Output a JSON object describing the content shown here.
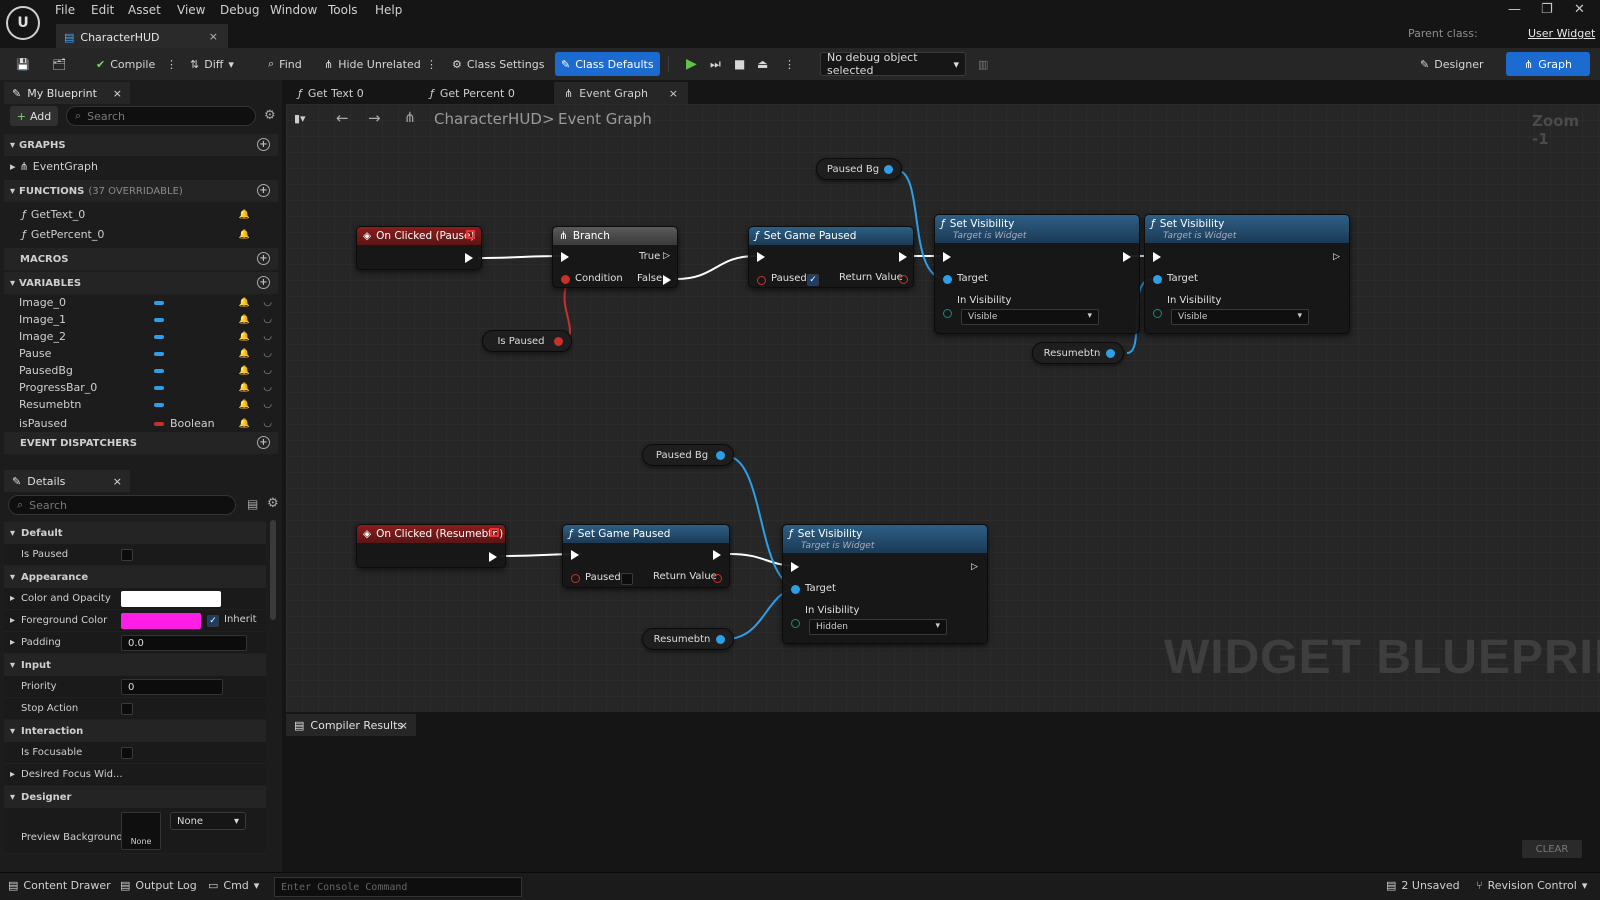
{
  "menu": [
    "File",
    "Edit",
    "Asset",
    "View",
    "Debug",
    "Window",
    "Tools",
    "Help"
  ],
  "doc_tab": "CharacterHUD",
  "parent_class_label": "Parent class:",
  "parent_class_value": "User Widget",
  "toolbar": {
    "compile": "Compile",
    "diff": "Diff",
    "find": "Find",
    "hide_unrelated": "Hide Unrelated",
    "class_settings": "Class Settings",
    "class_defaults": "Class Defaults",
    "debug_object": "No debug object selected",
    "designer": "Designer",
    "graph": "Graph"
  },
  "my_blueprint": {
    "tab": "My Blueprint",
    "add": "Add",
    "search_placeholder": "Search",
    "graphs_header": "GRAPHS",
    "graphs": [
      "EventGraph"
    ],
    "functions_header": "FUNCTIONS",
    "functions_sub": "(37 OVERRIDABLE)",
    "functions": [
      "GetText_0",
      "GetPercent_0"
    ],
    "macros_header": "MACROS",
    "variables_header": "VARIABLES",
    "variables": [
      {
        "name": "Image_0",
        "type": ""
      },
      {
        "name": "Image_1",
        "type": ""
      },
      {
        "name": "Image_2",
        "type": ""
      },
      {
        "name": "Pause",
        "type": ""
      },
      {
        "name": "PausedBg",
        "type": ""
      },
      {
        "name": "ProgressBar_0",
        "type": ""
      },
      {
        "name": "Resumebtn",
        "type": ""
      },
      {
        "name": "isPaused",
        "type": "Boolean"
      }
    ],
    "dispatchers_header": "EVENT DISPATCHERS"
  },
  "details": {
    "tab": "Details",
    "search_placeholder": "Search",
    "sections": {
      "default": "Default",
      "appearance": "Appearance",
      "input": "Input",
      "interaction": "Interaction",
      "designer": "Designer"
    },
    "is_paused": "Is Paused",
    "color_opacity": "Color and Opacity",
    "foreground_color": "Foreground Color",
    "inherit": "Inherit",
    "padding": "Padding",
    "padding_value": "0.0",
    "priority": "Priority",
    "priority_value": "0",
    "stop_action": "Stop Action",
    "is_focusable": "Is Focusable",
    "desired_focus": "Desired Focus Wid...",
    "preview_background": "Preview Background",
    "preview_none_swatch": "None",
    "preview_none": "None",
    "colors": {
      "color_opacity": "#ffffff",
      "foreground": "#ff1ee6"
    }
  },
  "graph_tabs": [
    "Get Text 0",
    "Get Percent 0",
    "Event Graph"
  ],
  "breadcrumb": {
    "root": "CharacterHUD",
    "sep": ">",
    "current": "Event Graph"
  },
  "zoom": "Zoom -1",
  "watermark": "WIDGET BLUEPRINT",
  "nodes": {
    "paused_bg_top": "Paused Bg",
    "on_clicked_pause": "On Clicked (Pause)",
    "branch": "Branch",
    "true": "True",
    "false": "False",
    "condition": "Condition",
    "is_paused": "Is Paused",
    "set_game_paused": "Set Game Paused",
    "paused": "Paused",
    "return_value": "Return Value",
    "set_visibility": "Set Visibility",
    "target_is_widget": "Target is Widget",
    "target": "Target",
    "in_visibility": "In Visibility",
    "visible": "Visible",
    "hidden": "Hidden",
    "resumebtn": "Resumebtn",
    "paused_bg_bottom": "Paused Bg",
    "on_clicked_resume": "On Clicked (Resumebtn)"
  },
  "compiler": {
    "tab": "Compiler Results",
    "clear": "CLEAR"
  },
  "status": {
    "content_drawer": "Content Drawer",
    "output_log": "Output Log",
    "cmd": "Cmd",
    "console_placeholder": "Enter Console Command",
    "unsaved": "2 Unsaved",
    "revision": "Revision Control"
  }
}
